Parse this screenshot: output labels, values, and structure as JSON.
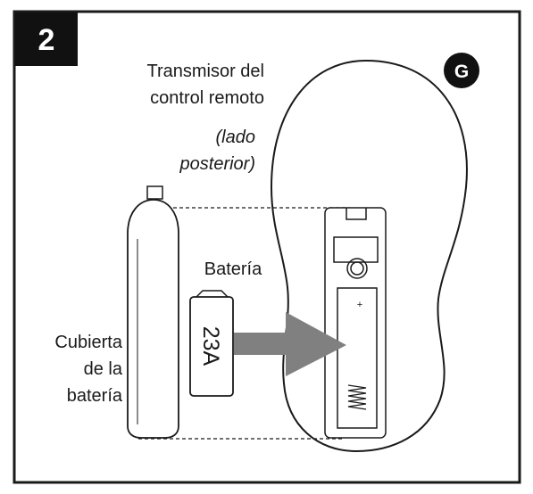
{
  "step": {
    "number": "2"
  },
  "badge": {
    "letter": "G"
  },
  "labels": {
    "transmitter_line1": "Transmisor del",
    "transmitter_line2": "control remoto",
    "side_line1": "(lado",
    "side_line2": "posterior)",
    "battery": "Batería",
    "battery_model": "23A",
    "cover_line1": "Cubierta",
    "cover_line2": "de la",
    "cover_line3": "batería",
    "plus_sign": "+"
  },
  "colors": {
    "outline": "#1a1a1a",
    "arrow": "#808080",
    "badge_fill": "#111111",
    "badge_text": "#ffffff"
  }
}
